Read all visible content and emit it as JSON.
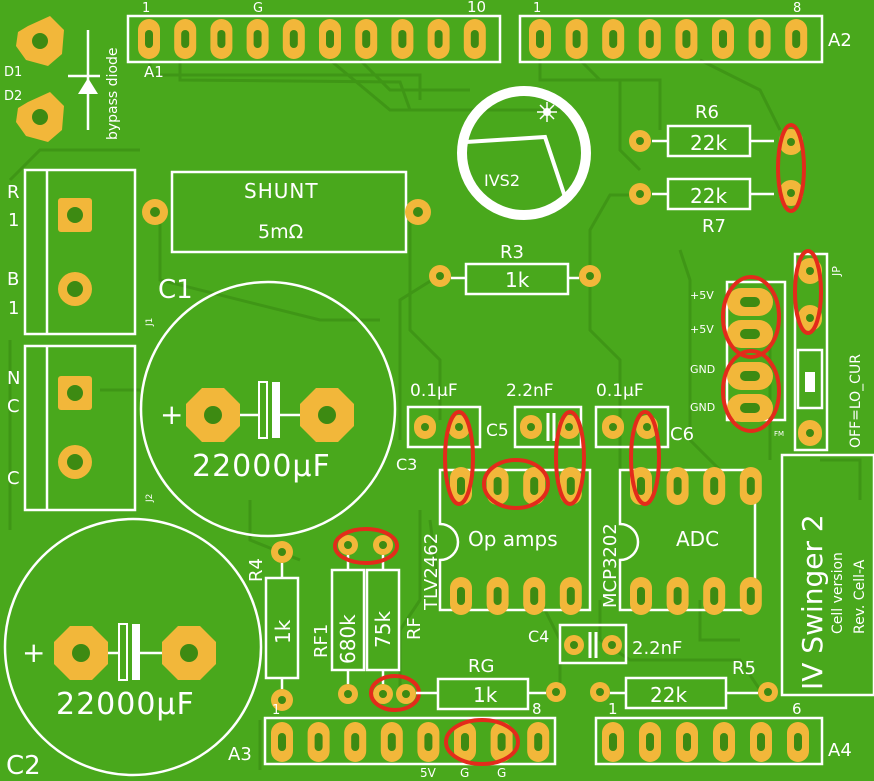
{
  "board": {
    "background": "#49a81c",
    "pad_color": "#f2b73a",
    "silk_color": "#ffffff",
    "highlight_color": "#e32b1b"
  },
  "labels": {
    "a1_pin_first": "1",
    "a1_pin_g": "G",
    "a1_pin_last": "10",
    "a1_name": "A1",
    "a2_pin_first": "1",
    "a2_pin_last": "8",
    "a2_name": "A2",
    "d1": "D1",
    "d2": "D2",
    "bypass": "bypass diode",
    "r1_r": "R",
    "r1_1": "1",
    "b1_b": "B",
    "b1_1": "1",
    "j1": "J1",
    "nc_n": "N",
    "nc_c": "C",
    "c_label": "C",
    "j2": "J2",
    "shunt_title": "SHUNT",
    "shunt_value": "5mΩ",
    "c1": "C1",
    "c1_plus": "+",
    "c1_value": "22000µF",
    "c2": "C2",
    "c2_plus": "+",
    "c2_value": "22000µF",
    "ivs2": "IVS2",
    "r6": "R6",
    "r6_value": "22k",
    "r7_value": "22k",
    "r7": "R7",
    "r3": "R3",
    "r3_value": "1k",
    "plus5v_1": "+5V",
    "plus5v_2": "+5V",
    "gnd_1": "GND",
    "gnd_2": "GND",
    "jp": "JP",
    "off_lo_cur": "OFF=LO_CUR",
    "fm": "FM",
    "c3_value": "0.1µF",
    "c3": "C3",
    "c5_value": "2.2nF",
    "c5": "C5",
    "c6_value": "0.1µF",
    "c6": "C6",
    "opamp_part": "TLV2462",
    "opamp_label": "Op amps",
    "adc_part": "MCP3202",
    "adc_label": "ADC",
    "title_main": "IV Swinger 2",
    "title_sub1": "Cell version",
    "title_sub2": "Rev. Cell-A",
    "r4": "R4",
    "r4_value": "1k",
    "rf1": "RF1",
    "rf1_value": "680k",
    "rf_value": "75k",
    "rf": "RF",
    "c4": "C4",
    "c4_value": "2.2nF",
    "rg": "RG",
    "rg_value": "1k",
    "r5": "R5",
    "r5_value": "22k",
    "a3_pin_first": "1",
    "a3_pin_last": "8",
    "a3_name": "A3",
    "a3_5v": "5V",
    "a3_g1": "G",
    "a3_g2": "G",
    "a4_pin_first": "1",
    "a4_pin_last": "6",
    "a4_name": "A4"
  }
}
